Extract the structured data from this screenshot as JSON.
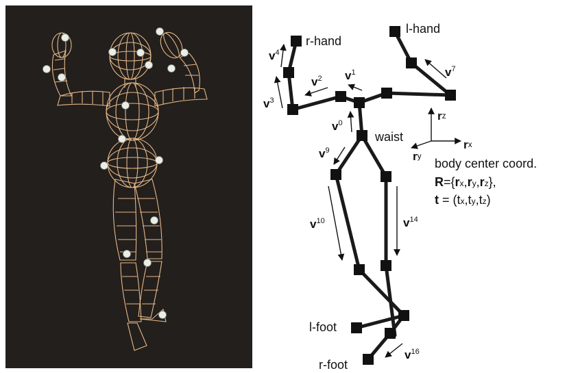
{
  "figure": {
    "render_panel": {
      "background": "#231f1c",
      "wire_color": "#e7b98a",
      "marker_color": "#e9efe6"
    },
    "skeleton": {
      "link_color": "#1a1a1a",
      "joint_color": "#111111"
    },
    "labels": {
      "r_hand": "r-hand",
      "l_hand": "l-hand",
      "waist": "waist",
      "l_foot": "l-foot",
      "r_foot": "r-foot"
    },
    "vectors": [
      {
        "id": "v4",
        "base": "v",
        "sub": "4"
      },
      {
        "id": "v3",
        "base": "v",
        "sub": "3"
      },
      {
        "id": "v2",
        "base": "v",
        "sub": "2"
      },
      {
        "id": "v1",
        "base": "v",
        "sub": "1"
      },
      {
        "id": "v0",
        "base": "v",
        "sub": "0"
      },
      {
        "id": "v7",
        "base": "v",
        "sub": "7"
      },
      {
        "id": "v9",
        "base": "v",
        "sub": "9"
      },
      {
        "id": "v10",
        "base": "v",
        "sub": "10"
      },
      {
        "id": "v14",
        "base": "v",
        "sub": "14"
      },
      {
        "id": "v16",
        "base": "v",
        "sub": "16"
      }
    ],
    "axes": {
      "rz": {
        "base": "r",
        "sub": "z"
      },
      "rx": {
        "base": "r",
        "sub": "x"
      },
      "ry": {
        "base": "r",
        "sub": "y"
      }
    },
    "caption": {
      "line1": "body center coord.",
      "R_bold": "R",
      "R_eq": "={",
      "r_x_base": "r",
      "r_x_sub": "x",
      "sep1": ",",
      "r_y_base": "r",
      "r_y_sub": "y",
      "sep2": ",",
      "r_z_base": "r",
      "r_z_sub": "z",
      "R_close": "},",
      "t_bold": "t",
      "t_eq": " = (",
      "t_x_base": "t",
      "t_x_sub": "x",
      "sep3": ",",
      "t_y_base": "t",
      "t_y_sub": "y",
      "sep4": ",",
      "t_z_base": "t",
      "t_z_sub": "z",
      "t_close": ")"
    }
  }
}
